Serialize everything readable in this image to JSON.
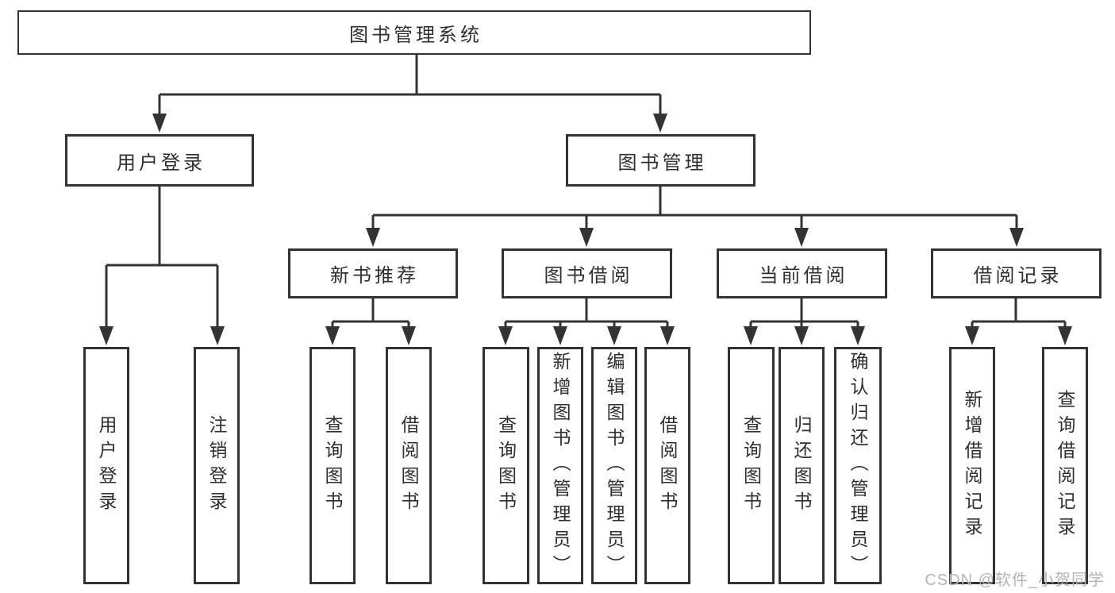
{
  "diagram": {
    "root": {
      "label": "图书管理系统",
      "children": [
        {
          "label": "用户登录",
          "children": [
            {
              "label": "用户登录"
            },
            {
              "label": "注销登录"
            }
          ]
        },
        {
          "label": "图书管理",
          "children": [
            {
              "label": "新书推荐",
              "children": [
                {
                  "label": "查询图书"
                },
                {
                  "label": "借阅图书"
                }
              ]
            },
            {
              "label": "图书借阅",
              "children": [
                {
                  "label": "查询图书"
                },
                {
                  "label": "新增图书（管理员）"
                },
                {
                  "label": "编辑图书（管理员）"
                },
                {
                  "label": "借阅图书"
                }
              ]
            },
            {
              "label": "当前借阅",
              "children": [
                {
                  "label": "查询图书"
                },
                {
                  "label": "归还图书"
                },
                {
                  "label": "确认归还（管理员）"
                }
              ]
            },
            {
              "label": "借阅记录",
              "children": [
                {
                  "label": "新增借阅记录"
                },
                {
                  "label": "查询借阅记录"
                }
              ]
            }
          ]
        }
      ]
    }
  },
  "watermark": "CSDN @软件_小贺同学",
  "colors": {
    "line": "#333333",
    "box_border": "#333333",
    "box_fill": "#ffffff",
    "text": "#2f2f2f",
    "watermark": "#b4b4b4"
  }
}
